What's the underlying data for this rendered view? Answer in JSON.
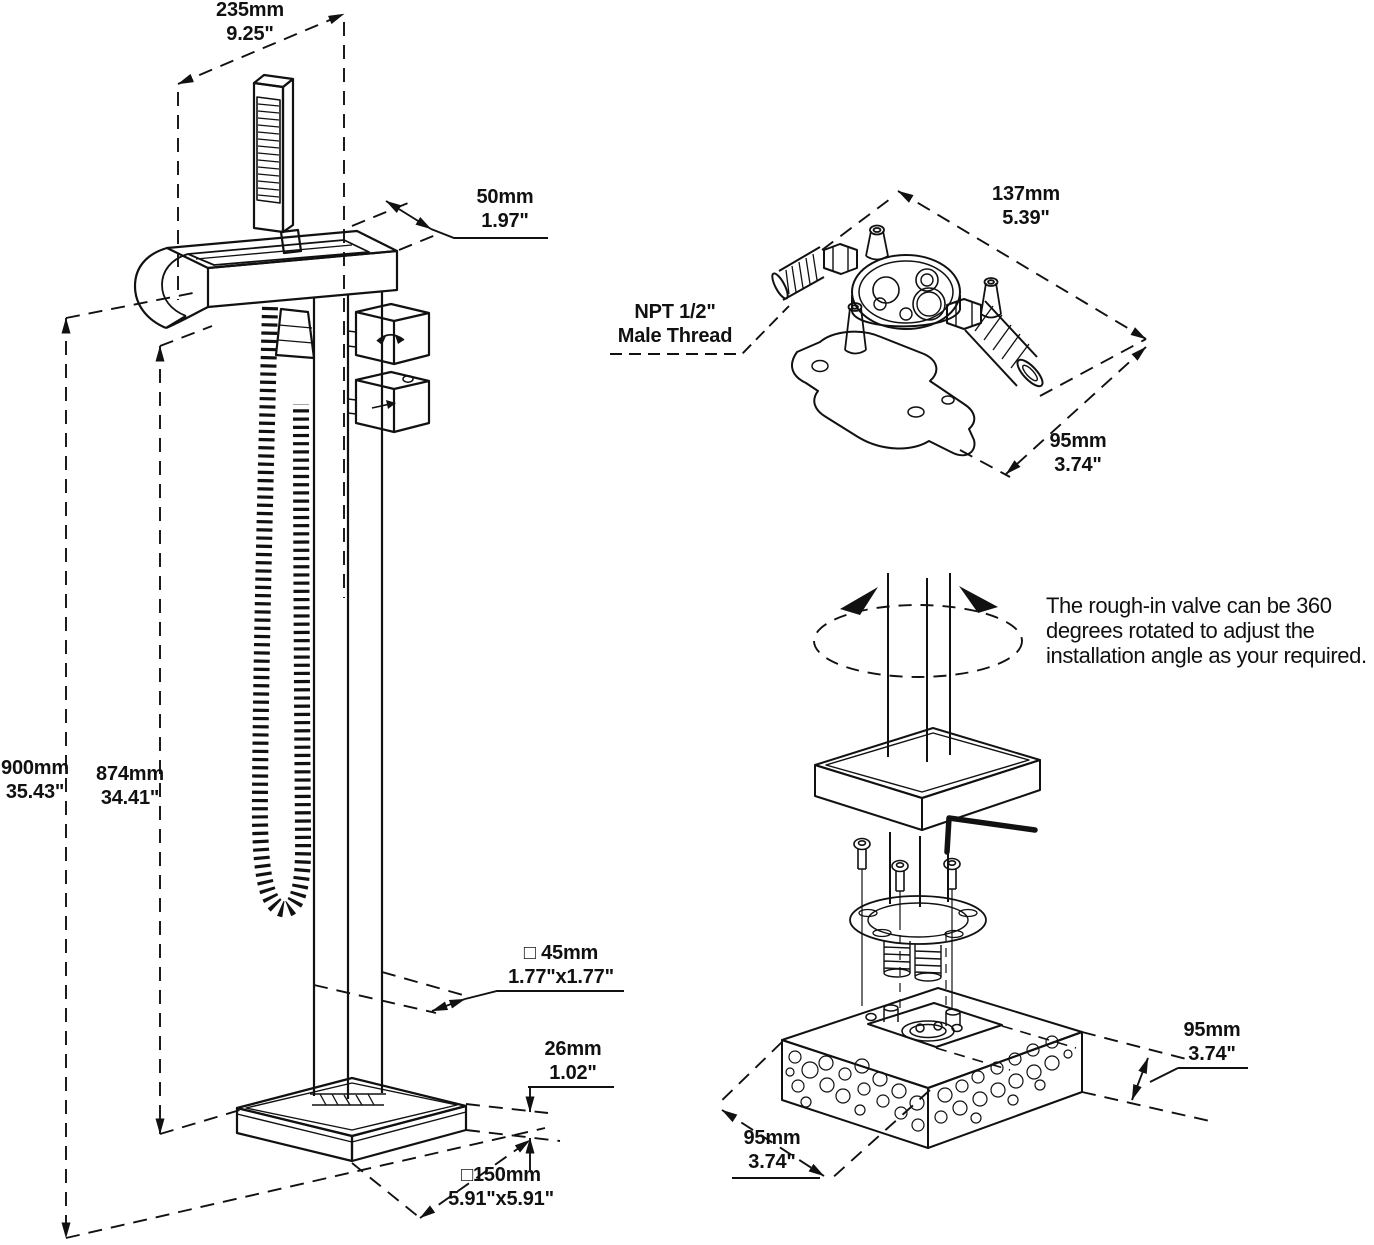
{
  "colors": {
    "line": "#111111",
    "background": "#ffffff"
  },
  "faucet": {
    "top_width": {
      "mm": "235mm",
      "in": "9.25\""
    },
    "spout_depth": {
      "mm": "50mm",
      "in": "1.97\""
    },
    "total_height": {
      "mm": "900mm",
      "in": "35.43\""
    },
    "spout_height": {
      "mm": "874mm",
      "in": "34.41\""
    },
    "post_section": {
      "mm": "□ 45mm",
      "in": "1.77\"x1.77\""
    },
    "base_thickness": {
      "mm": "26mm",
      "in": "1.02\""
    },
    "base_section": {
      "mm": "□150mm",
      "in": "5.91\"x5.91\""
    }
  },
  "valve": {
    "thread_line1": "NPT 1/2\"",
    "thread_line2": "Male Thread",
    "length": {
      "mm": "137mm",
      "in": "5.39\""
    },
    "width": {
      "mm": "95mm",
      "in": "3.74\""
    }
  },
  "installation": {
    "note": "The rough-in valve can be 360\ndegrees rotated to adjust the\ninstallation angle as your required.",
    "hole_depth": {
      "mm": "95mm",
      "in": "3.74\""
    },
    "hole_width": {
      "mm": "95mm",
      "in": "3.74\""
    }
  }
}
